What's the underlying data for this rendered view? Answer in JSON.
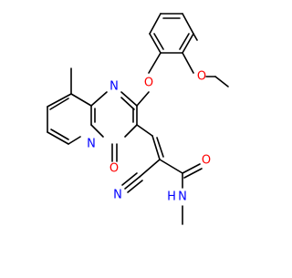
{
  "molecule": {
    "atom_labels": {
      "methoxy_oxygen": "O",
      "ether_oxygen": "O",
      "ring_nitrogen_upper": "N",
      "ring_nitrogen_bridge": "N",
      "carbonyl_oxygen_ring": "O",
      "nitrile_nitrogen": "N",
      "amide_oxygen": "O",
      "amide_nitrogen": "N",
      "amide_hydrogen": "H"
    },
    "colors": {
      "bond": "#000000",
      "oxygen": "#ff0000",
      "nitrogen": "#0000ff",
      "background": "#ffffff"
    }
  }
}
